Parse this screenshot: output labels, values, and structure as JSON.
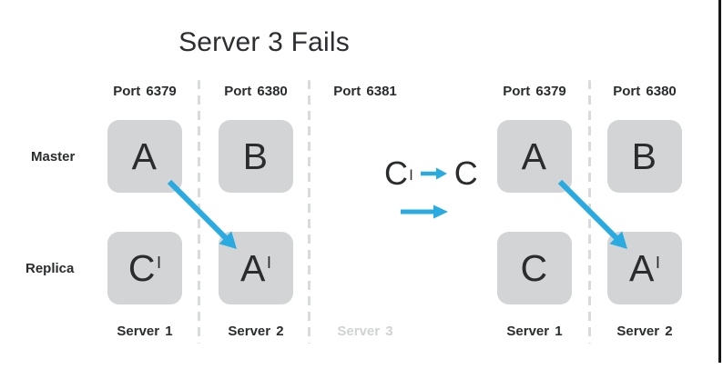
{
  "title": "Server 3 Fails",
  "colors": {
    "arrow_blue": "#29ABE2",
    "box_gray": "#D3D4D6",
    "text_dark": "#2B2C2E",
    "muted_gray": "#D1D2D4",
    "dashed_line_gray": "#D9DADB",
    "edge_black": "#161616"
  },
  "row_labels": {
    "master": "Master",
    "replica": "Replica"
  },
  "left_panel": {
    "port_labels": [
      "Port 6379",
      "Port 6380",
      "Port 6381"
    ],
    "server_labels": [
      "Server 1",
      "Server 2",
      "Server 3"
    ],
    "master_row": [
      {
        "letter": "A",
        "prime": ""
      },
      {
        "letter": "B",
        "prime": ""
      }
    ],
    "replica_row": [
      {
        "letter": "C",
        "prime": "I"
      },
      {
        "letter": "A",
        "prime": "I"
      }
    ]
  },
  "transition": {
    "from_letter": "C",
    "from_prime": "I",
    "to_letter": "C"
  },
  "right_panel": {
    "port_labels": [
      "Port 6379",
      "Port 6380"
    ],
    "server_labels": [
      "Server 1",
      "Server 2"
    ],
    "master_row": [
      {
        "letter": "A",
        "prime": ""
      },
      {
        "letter": "B",
        "prime": ""
      }
    ],
    "replica_row": [
      {
        "letter": "C",
        "prime": ""
      },
      {
        "letter": "A",
        "prime": "I"
      }
    ]
  }
}
